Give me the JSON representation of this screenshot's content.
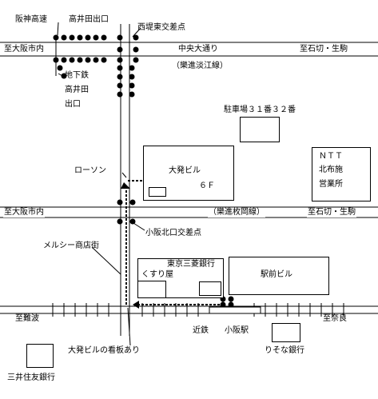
{
  "labels": {
    "hanshin_expressway": "阪神高速",
    "kamiido_exit_top": "高井田出口",
    "to_osaka_top": "至大阪市内",
    "nishi_intersection": "西堤東交差点",
    "chuo_street": "中央大通り",
    "to_ishikiri_top": "至石切・生駒",
    "keihan_line": "（樂進淡江線）",
    "subway_exit_1": "地下鉄",
    "subway_exit_2": "高井田",
    "subway_exit_3": "出口",
    "parking": "駐車場３１番３２番",
    "ntt_1": "ＮＴＴ",
    "ntt_2": "北布施",
    "ntt_3": "営業所",
    "lawson": "ローソン",
    "daiko_bldg": "大発ビル",
    "daiko_floor": "６Ｆ",
    "to_osaka_mid": "至大阪市内",
    "route_mid": "（樂進枚岡線）",
    "to_ishikiri_mid": "至石切・生駒",
    "kosaka_north": "小阪北口交差点",
    "mercy_shopping": "メルシー商店街",
    "tokyo_mitsubishi": "東京三菱銀行",
    "kusuriya": "くすり屋",
    "ekimae_bldg": "駅前ビル",
    "to_namba": "至難波",
    "kintetsu": "近鉄",
    "kosaka_station": "小阪駅",
    "to_nara": "至奈良",
    "daiko_sign": "大発ビルの看板あり",
    "resona": "りそな銀行",
    "mitsui": "三井住友銀行"
  },
  "colors": {
    "ink": "#000000",
    "background": "#ffffff"
  }
}
